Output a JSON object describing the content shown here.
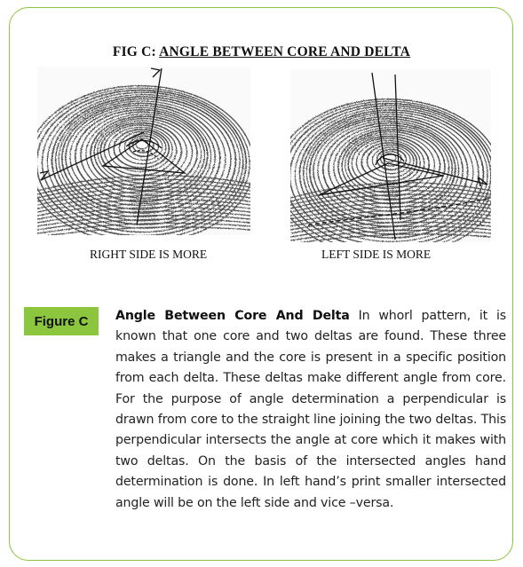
{
  "figure": {
    "title_prefix": "FIG C: ",
    "title_main": "ANGLE BETWEEN CORE AND DELTA",
    "caption_right": "RIGHT SIDE IS MORE",
    "caption_left": "LEFT SIDE IS MORE"
  },
  "badge": {
    "label": "Figure C"
  },
  "body": {
    "heading": "Angle Between Core And Delta",
    "text": " In whorl pattern, it is known that one core and two deltas are found. These three makes a triangle and the core is present in a specific position from each delta. These deltas make different angle from core. For the purpose of angle determination a perpendicular is drawn from core to the straight line joining the two deltas. This perpendicular intersects the angle at core which it makes with two deltas. On the basis of the intersected angles hand determination is done. In left hand’s print smaller intersected angle will be on the left side and vice –versa."
  },
  "colors": {
    "accent": "#8cc63e",
    "ink": "#222222"
  }
}
